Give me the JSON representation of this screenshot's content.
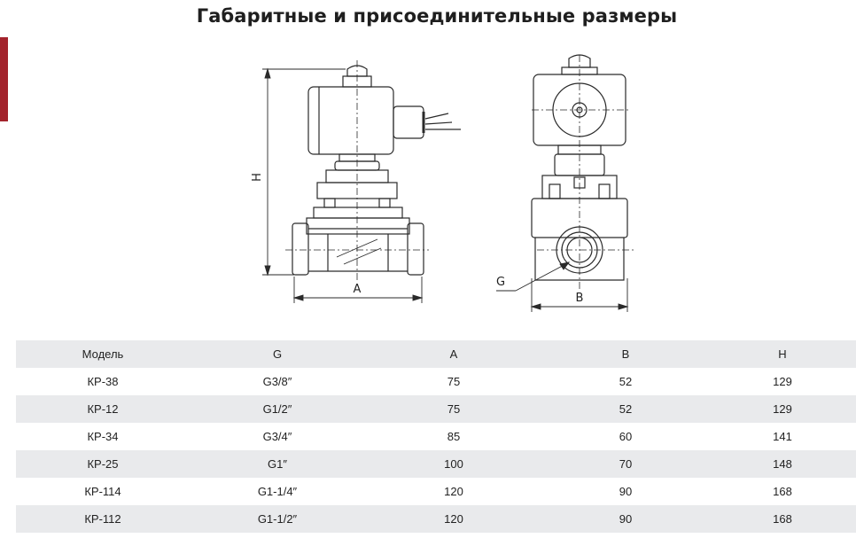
{
  "page": {
    "title": "Габаритные и присоединительные размеры",
    "accent_color": "#a3232c",
    "row_shade_color": "#e9eaec"
  },
  "drawing": {
    "labels": {
      "height": "H",
      "width_a": "A",
      "width_b": "B",
      "thread": "G"
    }
  },
  "table": {
    "headers": [
      "Модель",
      "G",
      "A",
      "B",
      "H"
    ],
    "rows": [
      [
        "КР-38",
        "G3/8″",
        "75",
        "52",
        "129"
      ],
      [
        "КР-12",
        "G1/2″",
        "75",
        "52",
        "129"
      ],
      [
        "КР-34",
        "G3/4″",
        "85",
        "60",
        "141"
      ],
      [
        "КР-25",
        "G1″",
        "100",
        "70",
        "148"
      ],
      [
        "КР-114",
        "G1-1/4″",
        "120",
        "90",
        "168"
      ],
      [
        "КР-112",
        "G1-1/2″",
        "120",
        "90",
        "168"
      ]
    ]
  }
}
